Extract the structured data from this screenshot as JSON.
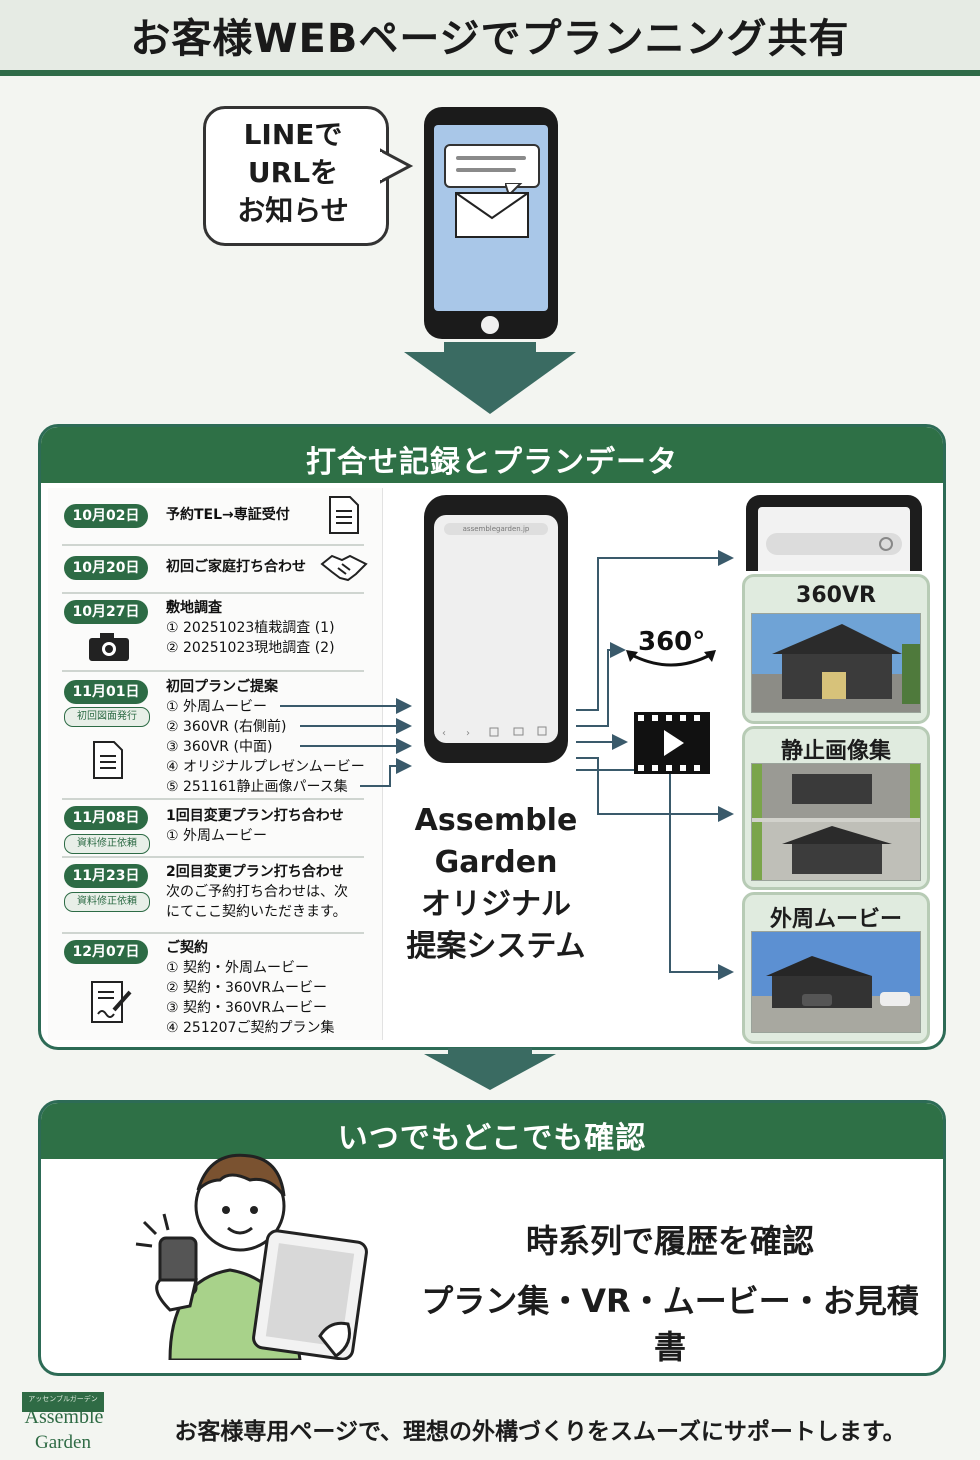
{
  "header": {
    "title": "お客様WEBページでプランニング共有"
  },
  "bubble": {
    "lines": [
      "LINEで",
      "URLを",
      "お知らせ"
    ]
  },
  "panel1": {
    "title": "打合せ記録とプランデータ",
    "timeline": [
      {
        "date": "10月02日",
        "title": "予約TEL→専証受付",
        "items": []
      },
      {
        "date": "10月20日",
        "title": "初回ご家庭打ち合わせ",
        "items": []
      },
      {
        "date": "10月27日",
        "title": "敷地調査",
        "items": [
          "① 20251023植栽調査 (1)",
          "② 20251023現地調査 (2)"
        ]
      },
      {
        "date": "11月01日",
        "sub": "初回図面発行",
        "title": "初回プランご提案",
        "items": [
          "① 外周ムービー",
          "② 360VR (右側前)",
          "③ 360VR (中面)",
          "④ オリジナルプレゼンムービー",
          "⑤ 251161静止画像パース集"
        ]
      },
      {
        "date": "11月08日",
        "sub": "資料修正依頼",
        "title": "1回目変更プラン打ち合わせ",
        "items": [
          "① 外周ムービー"
        ]
      },
      {
        "date": "11月23日",
        "sub": "資料修正依頼",
        "title": "2回目変更プラン打ち合わせ",
        "items": [
          "次のご予約打ち合わせは、次",
          "にてここ契約いただきます。"
        ]
      },
      {
        "date": "12月07日",
        "title": "ご契約",
        "items": [
          "① 契約・外周ムービー",
          "② 契約・360VRムービー",
          "③ 契約・360VRムービー",
          "④ 251207ご契約プラン集"
        ]
      }
    ],
    "phone_url": "assemblegarden.jp",
    "system_text": [
      "Assemble",
      "Garden",
      "オリジナル",
      "提案システム"
    ],
    "icon_360": "360°",
    "cards": [
      {
        "label": "360VR"
      },
      {
        "label": "静止画像集"
      },
      {
        "label": "外周ムービー"
      }
    ]
  },
  "panel2": {
    "title": "いつでもどこでも確認",
    "line1": "時系列で履歴を確認",
    "line2": "プラン集・VR・ムービー・お見積書"
  },
  "footer": {
    "logo_tag": "アッセンブルガーデン",
    "logo_word1": "Assemble",
    "logo_word2": "Garden",
    "text": "お客様専用ページで、理想の外構づくりをスムーズにサポートします。"
  },
  "colors": {
    "brand_green": "#2e7046",
    "arrow_teal": "#3a6b62"
  }
}
